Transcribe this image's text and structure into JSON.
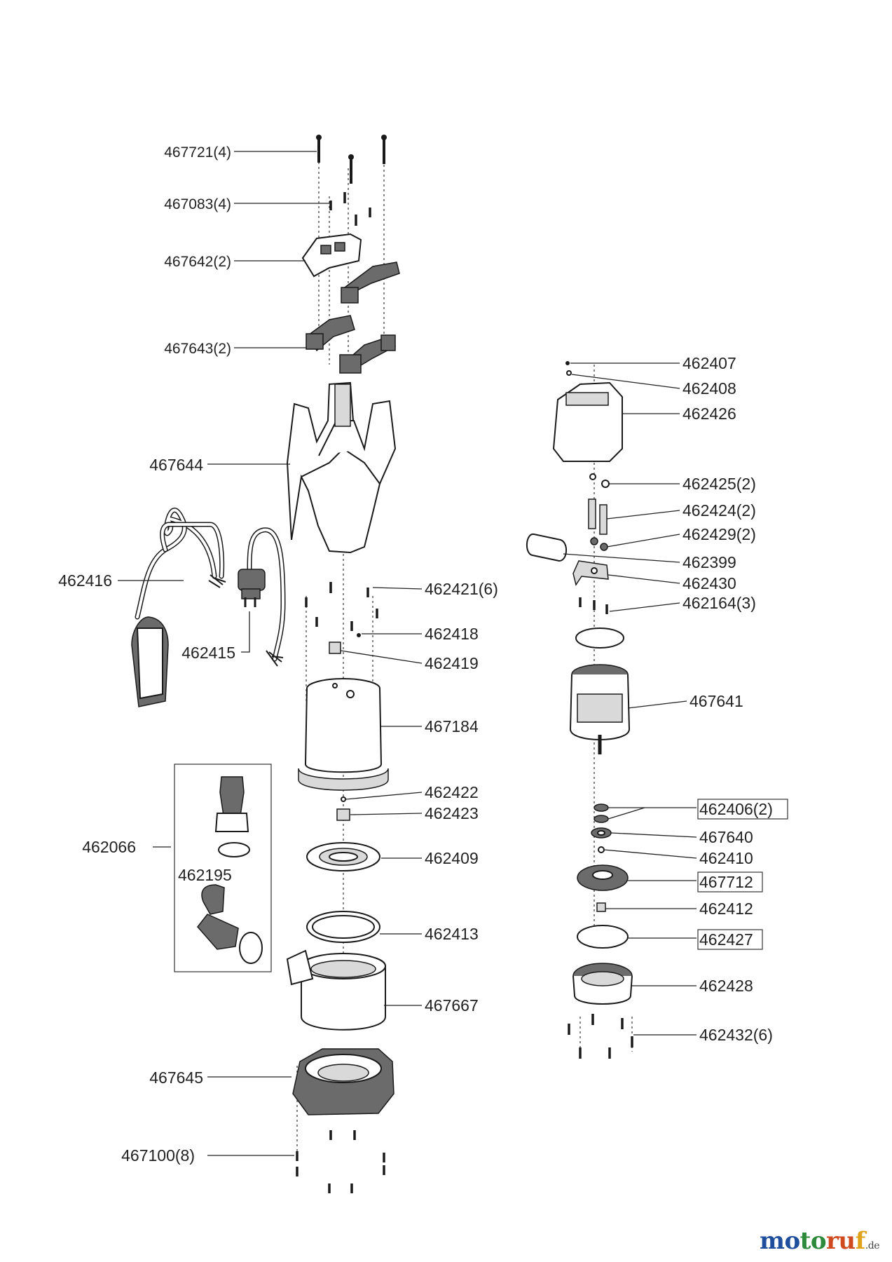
{
  "labels": {
    "l467721": "467721(4)",
    "l467083": "467083(4)",
    "l467642": "467642(2)",
    "l467643": "467643(2)",
    "l467644": "467644",
    "l462416": "462416",
    "l462415": "462415",
    "l462421": "462421(6)",
    "l462418": "462418",
    "l462419": "462419",
    "l467184": "467184",
    "l462422": "462422",
    "l462423": "462423",
    "l462066": "462066",
    "l462195": "462195",
    "l462409": "462409",
    "l462413": "462413",
    "l467667": "467667",
    "l467645": "467645",
    "l467100": "467100(8)",
    "l462407": "462407",
    "l462408": "462408",
    "l462426": "462426",
    "l462425": "462425(2)",
    "l462424": "462424(2)",
    "l462429": "462429(2)",
    "l462399": "462399",
    "l462430": "462430",
    "l462164": "462164(3)",
    "l467641": "467641",
    "l462406": "462406(2)",
    "l467640": "467640",
    "l462410": "462410",
    "l467712": "467712",
    "l462412": "462412",
    "l462427": "462427",
    "l462428": "462428",
    "l462432": "462432(6)"
  },
  "logo": {
    "part1": "mo",
    "part2": "to",
    "part3": "ru",
    "part4": "f",
    "suffix": ".de"
  },
  "icons": {
    "pump_assembly": "exploded-pump-drawing-icon",
    "brand": "motoruf-logo"
  }
}
